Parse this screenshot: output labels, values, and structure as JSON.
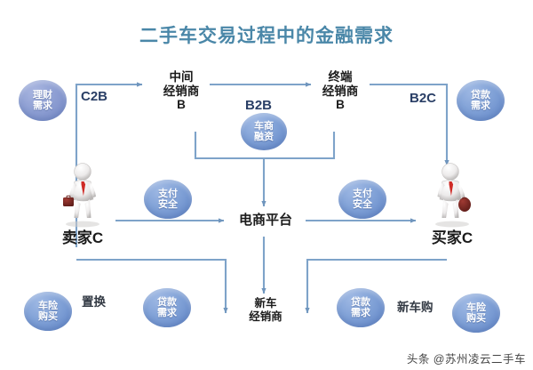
{
  "title": "二手车交易过程中的金融需求",
  "accent_colors": {
    "title": "#4a87a8",
    "line": "#7ea3c9",
    "badge_blue": "#7fa0d6",
    "badge_violet": "#8e9fd3",
    "flow_label": "#2a3f66"
  },
  "nodes": {
    "seller": "卖家C",
    "buyer": "买家C",
    "mid_dealer": "中间\n经销商\nB",
    "end_dealer": "终端\n经销商\nB",
    "platform": "电商平台",
    "new_car_dealer": "新车\n经销商"
  },
  "flows": {
    "c2b": "C2B",
    "b2b": "B2B",
    "b2c": "B2C",
    "trade_in": "置换",
    "new_car_buy": "新车购"
  },
  "badges": {
    "wealth_mgmt": "理财\n需求",
    "loan_demand_right": "贷款\n需求",
    "dealer_financing": "车商\n融资",
    "payment_security_left": "支付\n安全",
    "payment_security_right": "支付\n安全",
    "insurance_left": "车险\n购买",
    "insurance_right": "车险\n购买",
    "loan_demand_bottom_left": "贷款\n需求",
    "loan_demand_bottom_right": "贷款\n需求"
  },
  "footer": {
    "watermark": "头条 @苏州凌云二手车"
  }
}
